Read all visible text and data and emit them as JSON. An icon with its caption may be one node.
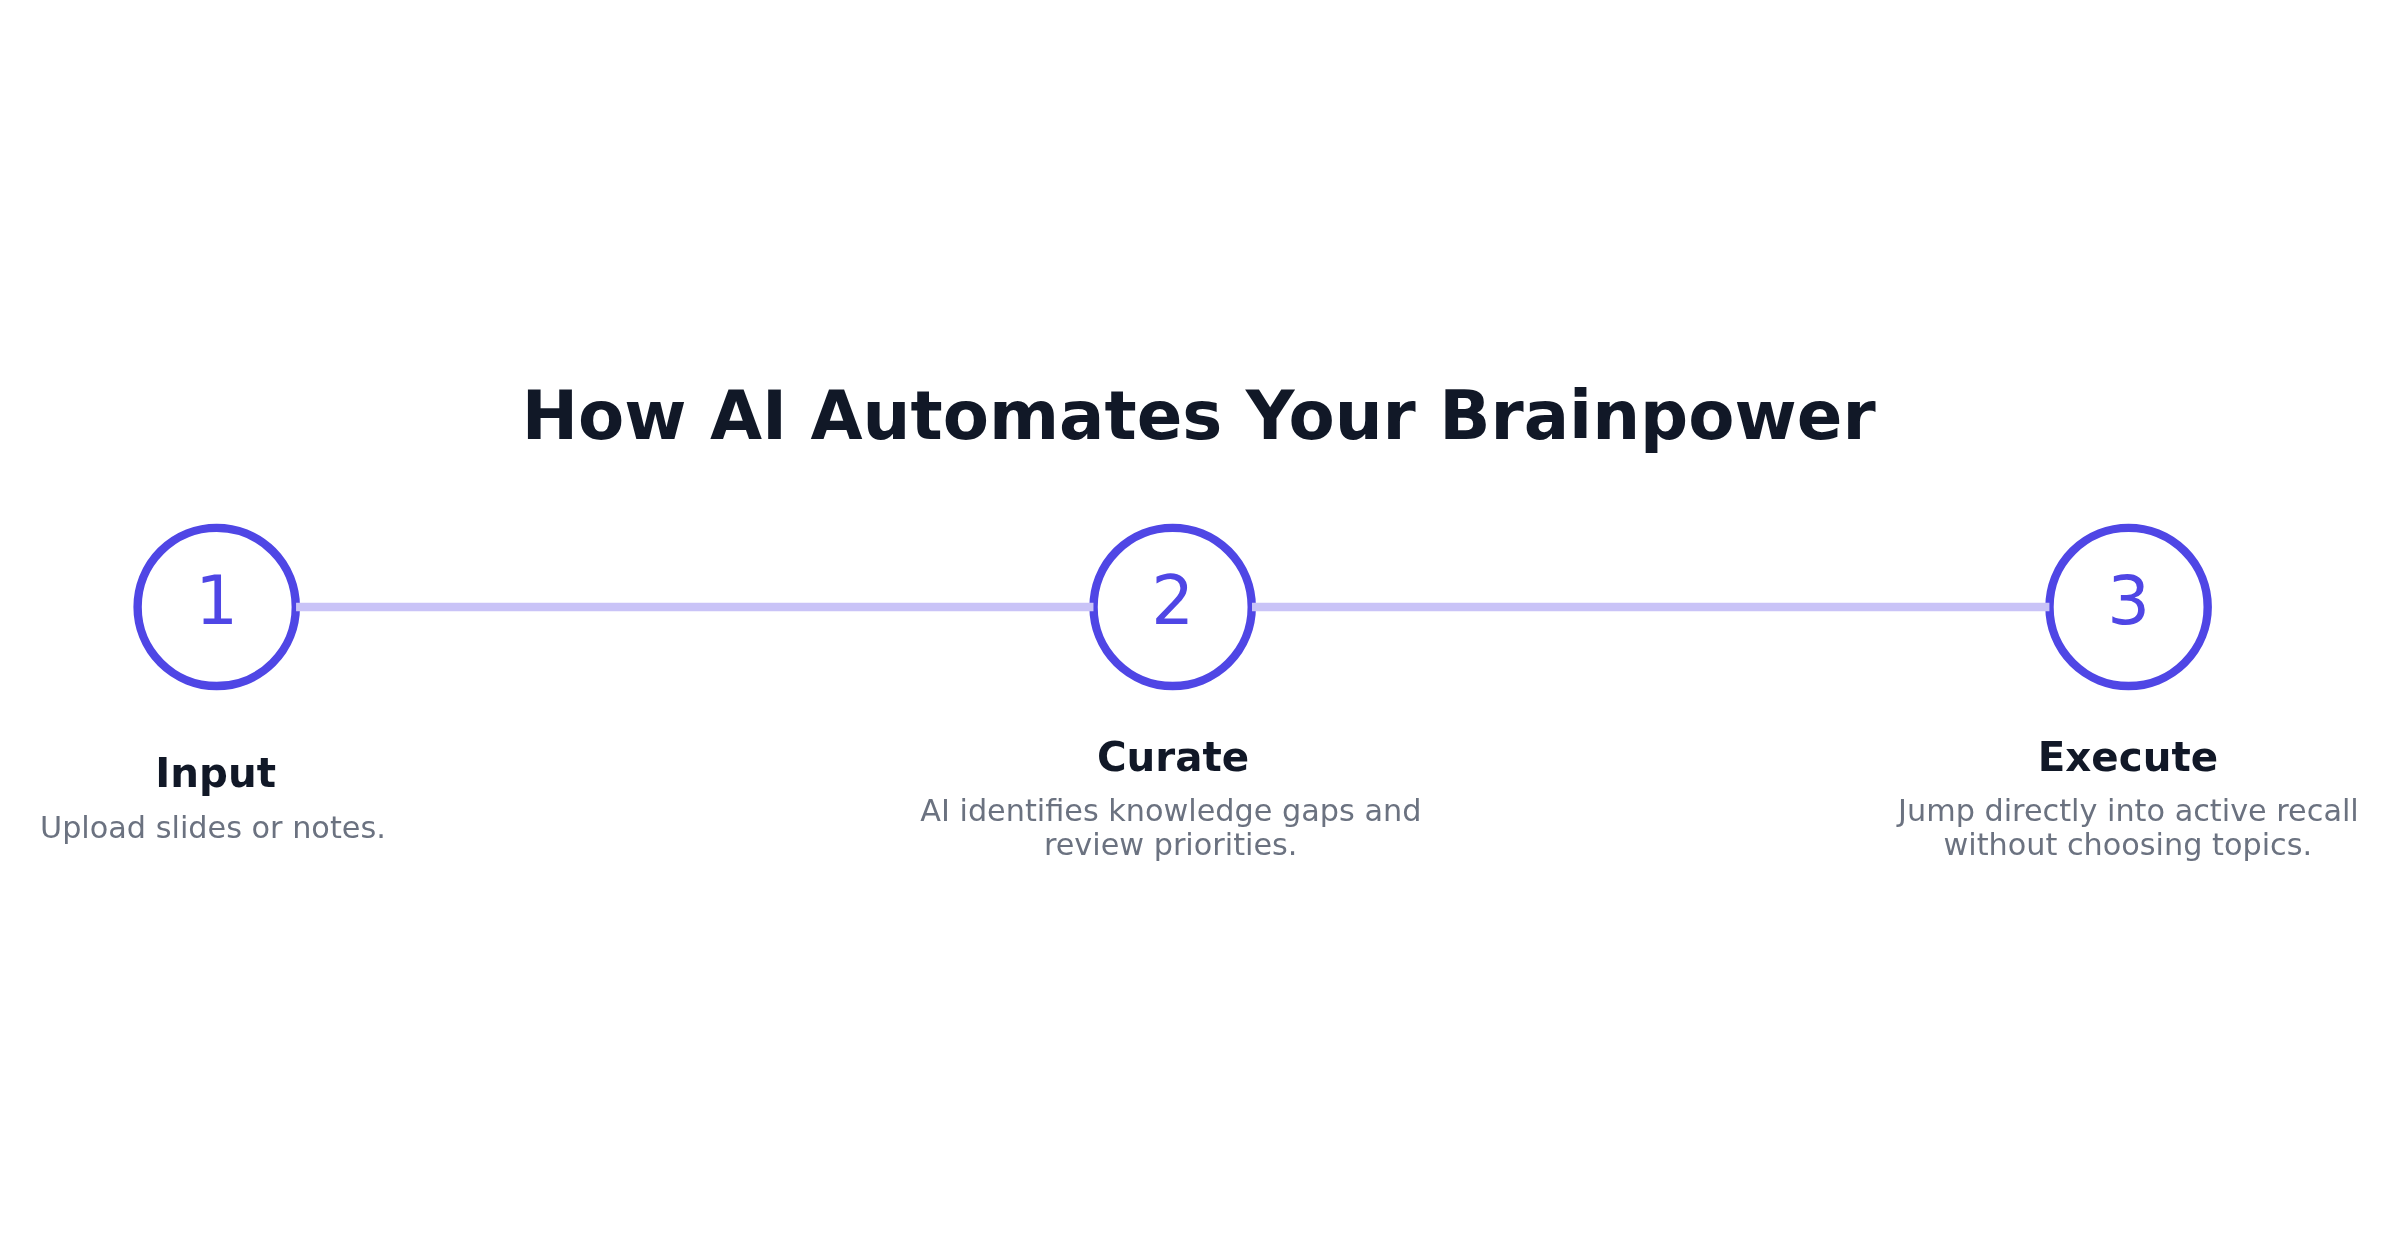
{
  "diagram": {
    "title": "How AI Automates Your Brainpower",
    "nodes": [
      {
        "text": [
          "1"
        ],
        "beside": [
          "Input",
          "Upload slides or notes."
        ]
      },
      {
        "text": [
          "2"
        ],
        "beside": [
          "Curate",
          "AI identifies knowledge gaps and review priorities."
        ]
      },
      {
        "text": [
          "3"
        ],
        "beside": [
          "Execute",
          "Jump directly into active recall without choosing topics."
        ]
      }
    ],
    "edges": [
      {
        "from": 0,
        "to": 1,
        "arrow": "none"
      },
      {
        "from": 1,
        "to": 2,
        "arrow": "none"
      }
    ]
  }
}
